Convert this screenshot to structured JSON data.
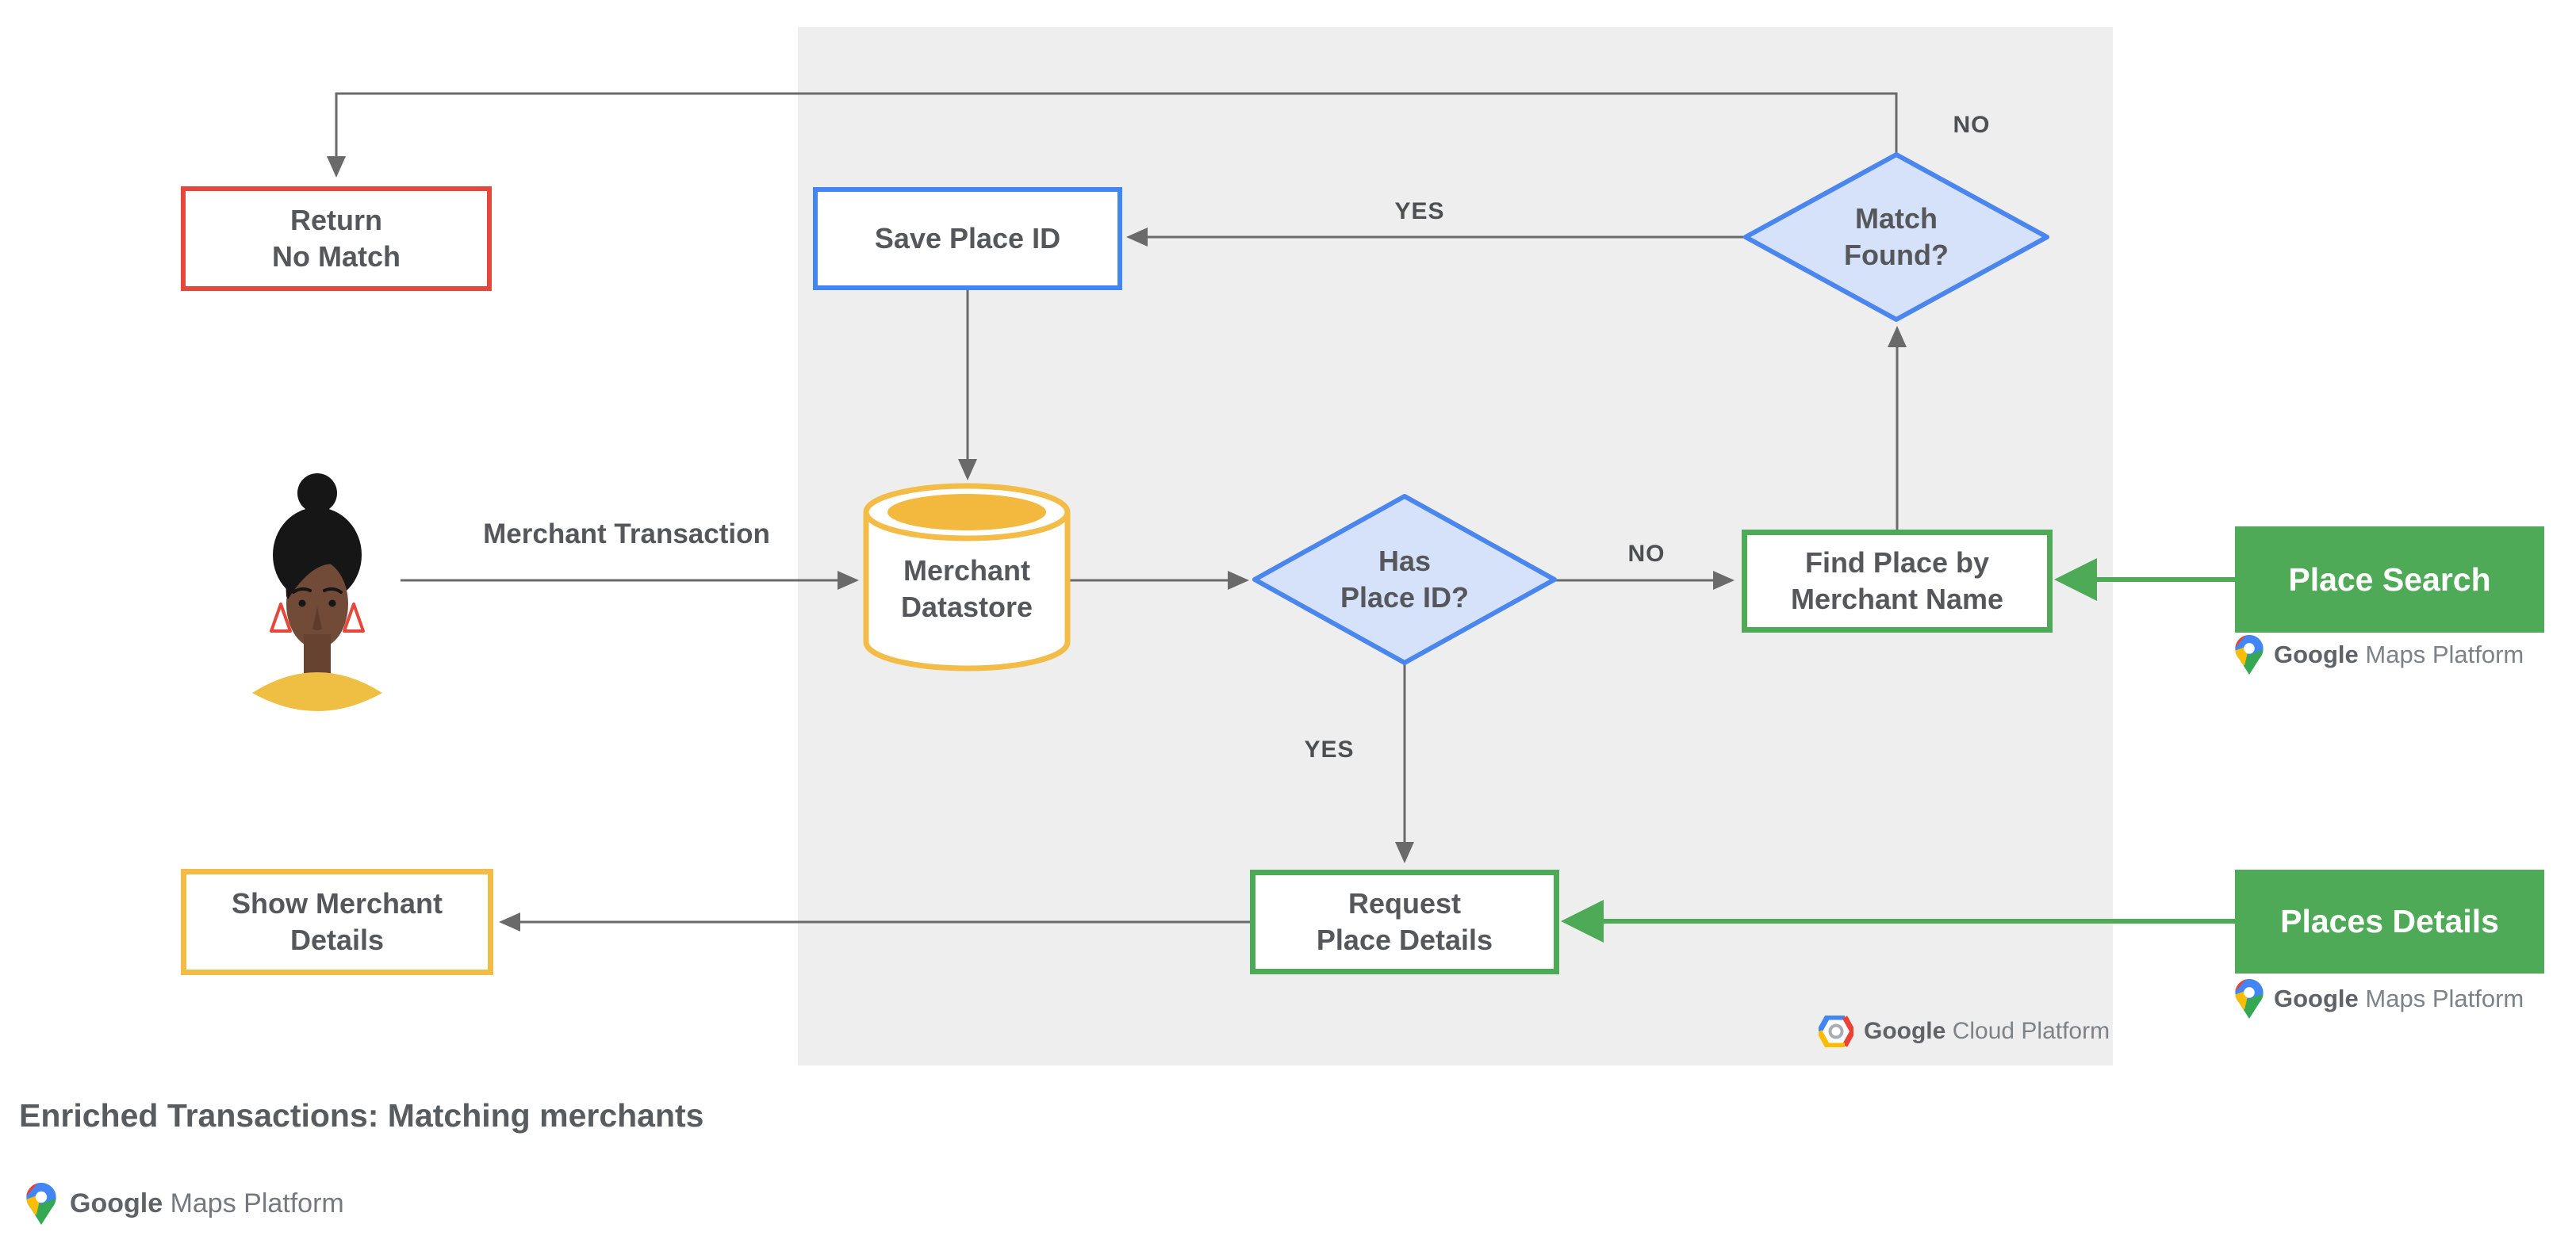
{
  "diagram": {
    "title": "Enriched Transactions: Matching merchants",
    "nodes": {
      "return_no_match": {
        "label": "Return\nNo Match"
      },
      "save_place_id": {
        "label": "Save Place ID"
      },
      "match_found": {
        "label": "Match\nFound?"
      },
      "merchant_datastore": {
        "label": "Merchant\nDatastore"
      },
      "has_place_id": {
        "label": "Has\nPlace ID?"
      },
      "find_place": {
        "label": "Find Place by\nMerchant Name"
      },
      "request_place_details": {
        "label": "Request\nPlace Details"
      },
      "show_merchant_details": {
        "label": "Show Merchant\nDetails"
      },
      "place_search": {
        "label": "Place Search"
      },
      "places_details": {
        "label": "Places Details"
      }
    },
    "edge_labels": {
      "no_top": "NO",
      "yes_top": "YES",
      "no_mid": "NO",
      "yes_mid": "YES",
      "merchant_transaction": "Merchant Transaction"
    },
    "logos": {
      "maps_platform": {
        "google": "Google",
        "product": "Maps Platform"
      },
      "cloud_platform": {
        "google": "Google",
        "product": "Cloud Platform"
      }
    },
    "colors": {
      "red": "#E5483B",
      "blue_box_border": "#4285F4",
      "diamond_border": "#4A86EE",
      "diamond_fill": "#D6E2FA",
      "yellow": "#F3BC47",
      "green": "#4FAA58",
      "wire_gray": "#6A6A6A",
      "panel_gray": "#EEEEEE",
      "text_gray": "#55575A"
    }
  }
}
